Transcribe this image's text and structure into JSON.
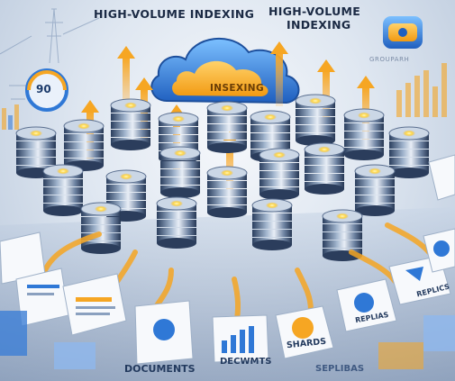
{
  "header": {
    "title_left": "HIGH-VOLUME INDEXING",
    "title_right_line1": "HIGH-VOLUME",
    "title_right_line2": "INDEXING"
  },
  "cloud": {
    "label": "INSEXING"
  },
  "gauge": {
    "value": "90"
  },
  "brand": {
    "text": "GROUPARH"
  },
  "cards": {
    "documents": "DOCUMENTS",
    "documents_alt": "DECWMTS",
    "shards": "SHARDS",
    "replicas": "REPLICS",
    "replicas_alt": "REPLIAS",
    "replicas_bottom": "SEPLIBAS"
  },
  "colors": {
    "accent_orange": "#f6a623",
    "glow_yellow": "#ffd84a",
    "server_blue": "#3d5f8f",
    "cloud_blue": "#2f78d6"
  }
}
